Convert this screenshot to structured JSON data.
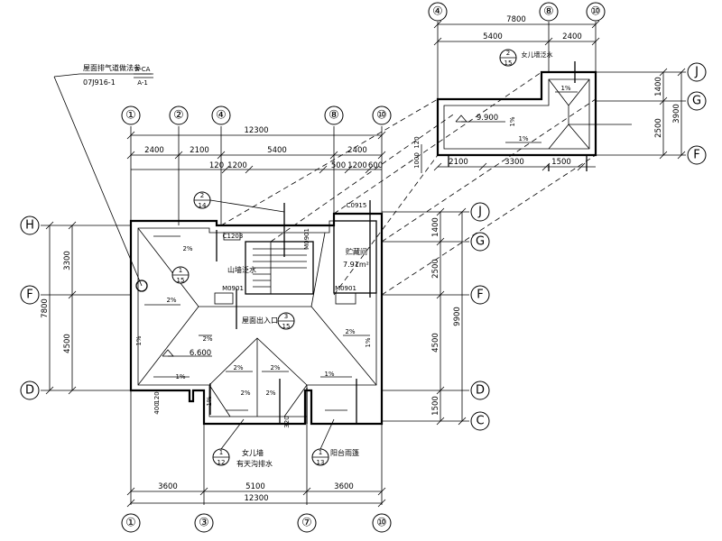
{
  "axes": {
    "main_top": [
      "①",
      "②",
      "④",
      "⑧",
      "⑩"
    ],
    "main_bottom": [
      "①",
      "③",
      "⑦",
      "⑩"
    ],
    "main_left": [
      "H",
      "F",
      "D"
    ],
    "main_right": [
      "J",
      "G",
      "F",
      "D",
      "C"
    ],
    "inset_top": [
      "④",
      "⑧",
      "⑩"
    ],
    "inset_right": [
      "J",
      "G",
      "F"
    ]
  },
  "dims": {
    "top_total": "12300",
    "top_segments": [
      "2400",
      "2100",
      "5400",
      "2400"
    ],
    "top_sub": [
      "120",
      "1200",
      "500",
      "1200",
      "600"
    ],
    "bottom_segments": [
      "3600",
      "5100",
      "3600"
    ],
    "bottom_total": "12300",
    "left_total": "7800",
    "left_segments": [
      "3300",
      "4500"
    ],
    "right_segments": [
      "1400",
      "2500",
      "4500",
      "1500"
    ],
    "right_total": "9900",
    "inset_top_total": "7800",
    "inset_top_segments": [
      "5400",
      "2400"
    ],
    "inset_bottom_segments": [
      "2100",
      "3300",
      "1500"
    ],
    "inset_right_segments": [
      "1400",
      "2500"
    ],
    "inset_right_total": "3900",
    "inset_left_small": [
      "1000",
      "120"
    ],
    "misc": [
      "120",
      "400",
      "320"
    ]
  },
  "slopes": [
    "2%",
    "2%",
    "2%",
    "2%",
    "2%",
    "2%",
    "2%",
    "2%",
    "1%",
    "1%",
    "1%",
    "1%",
    "1%",
    "1%",
    "1%"
  ],
  "elevations": [
    "6.600",
    "9.900"
  ],
  "callouts": [
    {
      "num": "2",
      "ref": "14"
    },
    {
      "num": "1",
      "ref": "15"
    },
    {
      "num": "3",
      "ref": "15"
    },
    {
      "num": "1",
      "ref": "12"
    },
    {
      "num": "1",
      "ref": "13"
    },
    {
      "num": "2",
      "ref": "15"
    }
  ],
  "labels": {
    "vent_line1": "屋面排气道做法参",
    "vent_line2": "07J916-1",
    "vent_ref_top": "A-CA",
    "vent_ref_bottom": "A-1",
    "gutter": "山墙泛水",
    "roof_access": "屋面出入口",
    "storage_title": "贮藏间",
    "storage_area": "7.91m²",
    "wall_label": "女儿墙",
    "wall_label2": "有天沟排水",
    "balcony": "阳台雨篷",
    "inset_parapet": "女儿墙泛水",
    "door1": "M0901",
    "door2": "M0901",
    "door3": "M0901",
    "win1": "C1203",
    "win2": "C0915"
  }
}
